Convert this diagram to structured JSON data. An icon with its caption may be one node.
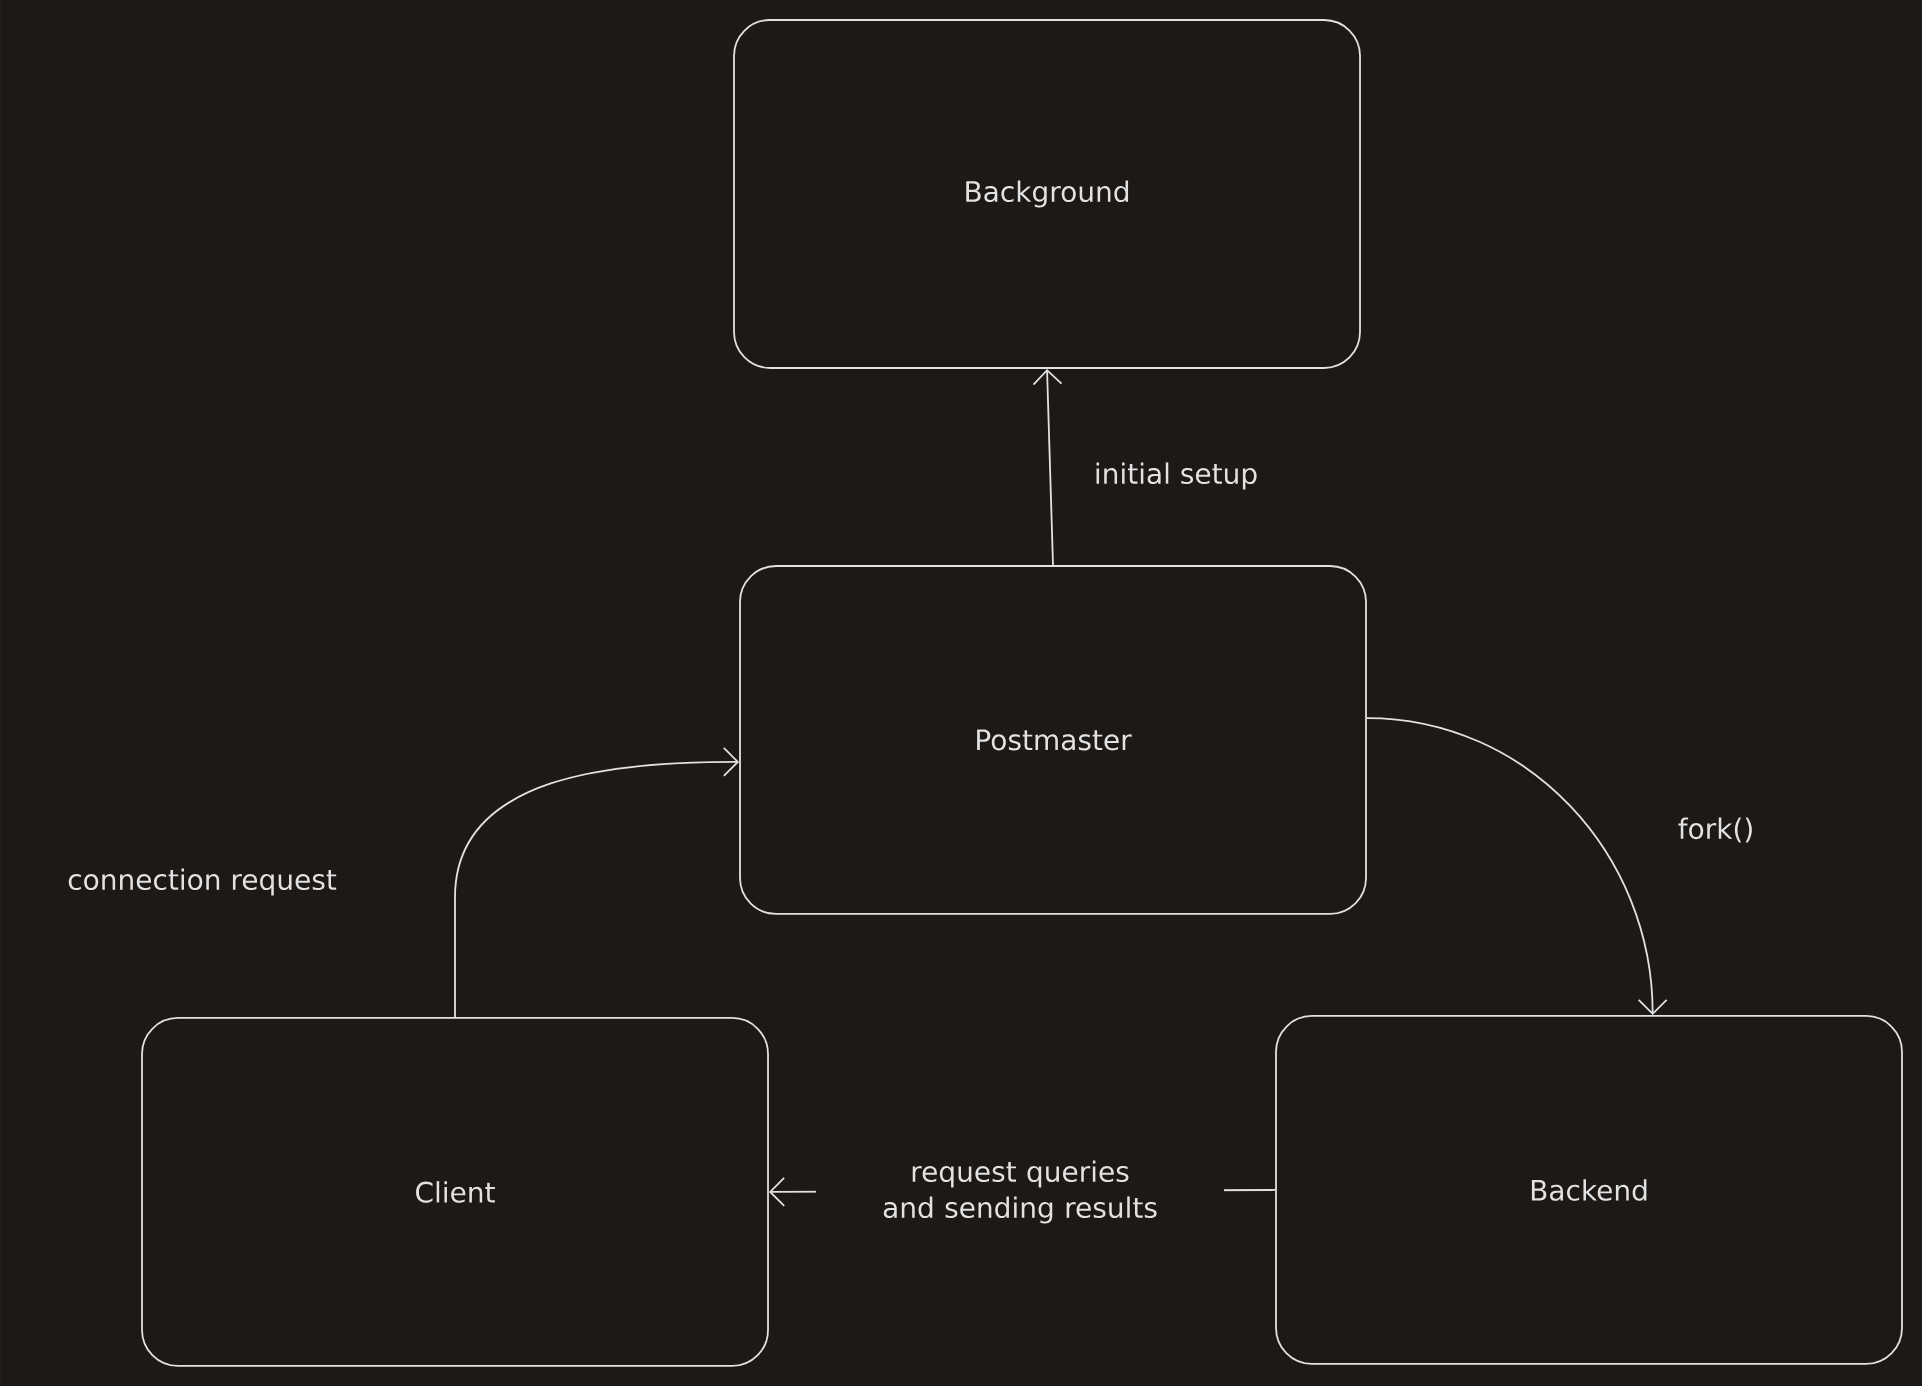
{
  "diagram": {
    "nodes": [
      {
        "text": [
          "Background"
        ]
      },
      {
        "text": [
          "Postmaster"
        ]
      },
      {
        "text": [
          "Client"
        ]
      },
      {
        "text": [
          "Backend"
        ]
      }
    ],
    "edges": [
      {
        "from": 1,
        "to": 0,
        "arrow": "to",
        "label": "initial setup"
      },
      {
        "from": 2,
        "to": 1,
        "arrow": "to",
        "label": "connection request"
      },
      {
        "from": 1,
        "to": 3,
        "arrow": "to",
        "label": "fork()"
      },
      {
        "from": 3,
        "to": 2,
        "arrow": "to",
        "label": "request queries and sending results"
      }
    ]
  }
}
